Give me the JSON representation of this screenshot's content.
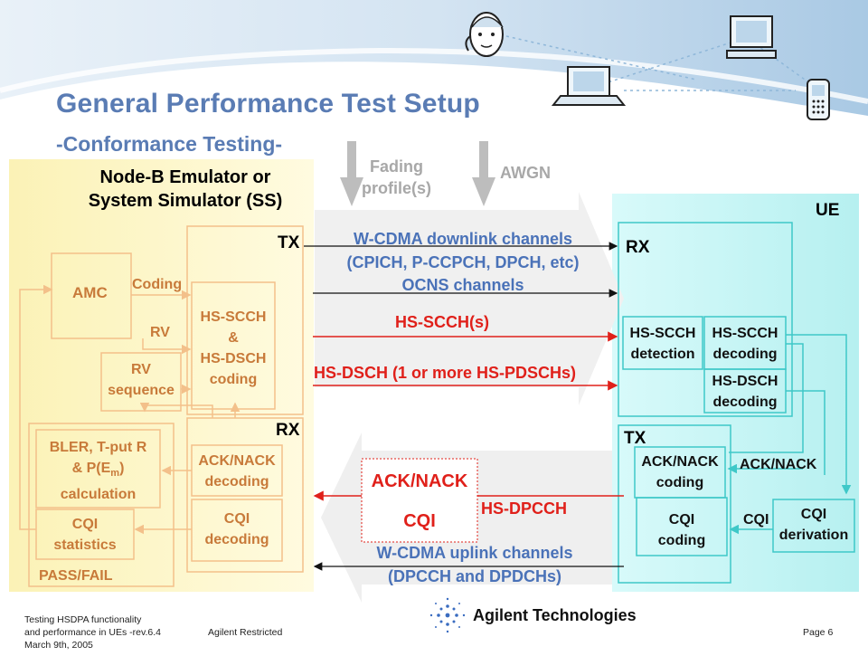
{
  "slide": {
    "title": "General Performance Test Setup",
    "subtitle": "-Conformance Testing-"
  },
  "node_b": {
    "title_line1": "Node-B Emulator or",
    "title_line2": "System Simulator (SS)",
    "tx_label": "TX",
    "rx_label": "RX",
    "amc": "AMC",
    "coding": "Coding",
    "rv": "RV",
    "rv_sequence_line1": "RV",
    "rv_sequence_line2": "sequence",
    "hs_scch_line1": "HS-SCCH",
    "hs_scch_line2": "&",
    "hs_scch_line3": "HS-DSCH",
    "hs_scch_line4": "coding",
    "bler_line1": "BLER, T-put R",
    "bler_line2": "& P(E",
    "bler_sub": "m",
    "bler_line2_end": ")",
    "bler_line3": "calculation",
    "cqi_stats_line1": "CQI",
    "cqi_stats_line2": "statistics",
    "pass_fail": "PASS/FAIL",
    "ack_decoding_line1": "ACK/NACK",
    "ack_decoding_line2": "decoding",
    "cqi_decoding_line1": "CQI",
    "cqi_decoding_line2": "decoding"
  },
  "channel": {
    "fading_line1": "Fading",
    "fading_line2": "profile(s)",
    "awgn": "AWGN",
    "downlink_line1": "W-CDMA downlink channels",
    "downlink_line2": "(CPICH, P-CCPCH, DPCH, etc)",
    "ocns": "OCNS channels",
    "hs_scch": "HS-SCCH(s)",
    "hs_dsch": "HS-DSCH (1 or more HS-PDSCHs)",
    "ack_nack": "ACK/NACK",
    "cqi": "CQI",
    "hs_dpcch": "HS-DPCCH",
    "uplink_line1": "W-CDMA uplink channels",
    "uplink_line2": "(DPCCH and DPDCHs)"
  },
  "ue": {
    "title": "UE",
    "rx_label": "RX",
    "tx_label": "TX",
    "scch_detection_line1": "HS-SCCH",
    "scch_detection_line2": "detection",
    "scch_decoding_line1": "HS-SCCH",
    "scch_decoding_line2": "decoding",
    "dsch_decoding_line1": "HS-DSCH",
    "dsch_decoding_line2": "decoding",
    "ack_coding_line1": "ACK/NACK",
    "ack_coding_line2": "coding",
    "ack_nack_label": "ACK/NACK",
    "cqi_coding_line1": "CQI",
    "cqi_coding_line2": "coding",
    "cqi_label": "CQI",
    "cqi_derivation_line1": "CQI",
    "cqi_derivation_line2": "derivation"
  },
  "footer": {
    "doc_line1": "Testing HSDPA functionality",
    "doc_line2": "and performance in UEs -rev.6.4",
    "doc_line3": "March 9th, 2005",
    "restricted": "Agilent Restricted",
    "company": "Agilent Technologies",
    "page": "Page 6"
  },
  "colors": {
    "title_blue": "#5a7cb4",
    "node_b_panel": "#fdf6c0",
    "ue_panel": "#c8f4f4",
    "orange_line": "#f3c08a",
    "cyan_line": "#3ec8c8",
    "red": "#e0201a",
    "gray_arrow": "#bdbdbd"
  },
  "icons": [
    "person-icon",
    "laptop-icon",
    "desktop-icon",
    "mobile-phone-icon",
    "agilent-spark-logo"
  ]
}
